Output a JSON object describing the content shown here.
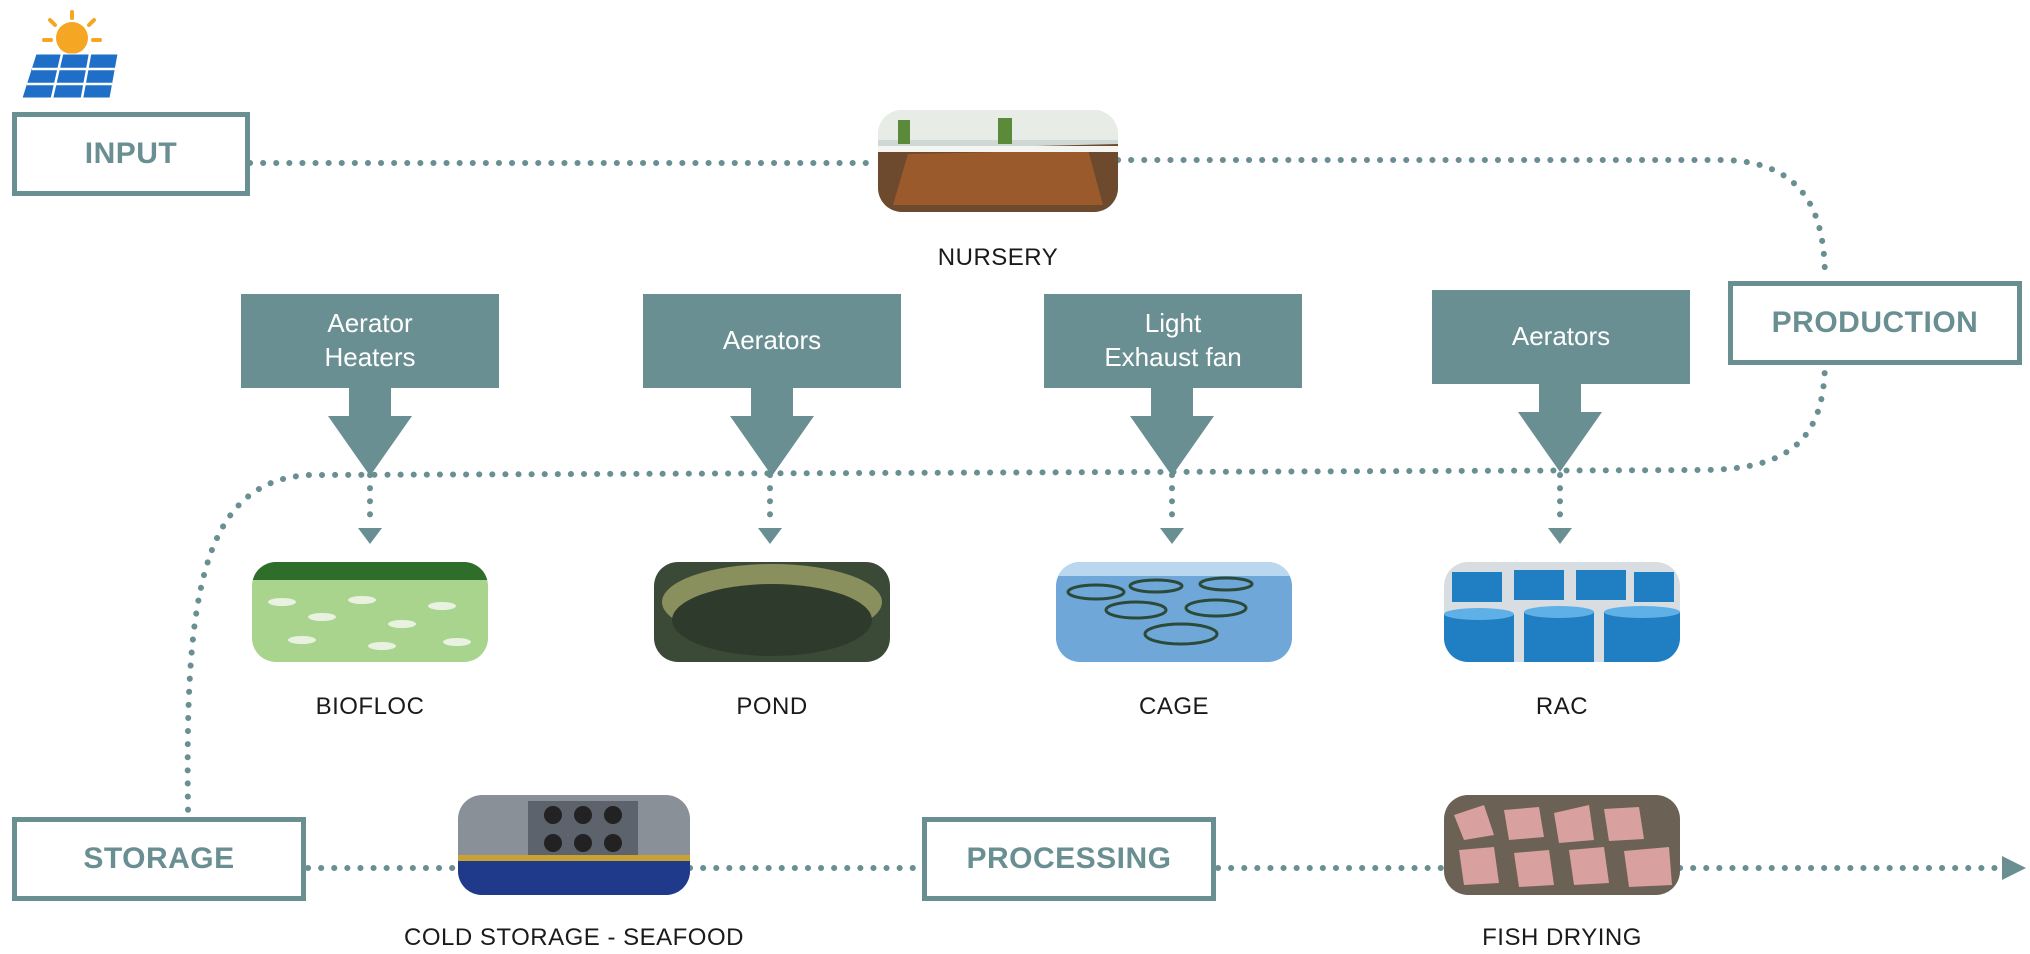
{
  "stages": {
    "input": "INPUT",
    "production": "PRODUCTION",
    "storage": "STORAGE",
    "processing": "PROCESSING"
  },
  "equipment": {
    "biofloc": {
      "line1": "Aerator",
      "line2": "Heaters"
    },
    "pond": {
      "line1": "Aerators",
      "line2": ""
    },
    "cage": {
      "line1": "Light",
      "line2": "Exhaust fan"
    },
    "rac": {
      "line1": "Aerators",
      "line2": ""
    }
  },
  "facilities": {
    "nursery": "NURSERY",
    "biofloc": "BIOFLOC",
    "pond": "POND",
    "cage": "CAGE",
    "rac": "RAC",
    "cold_storage": "COLD STORAGE - SEAFOOD",
    "fish_drying": "FISH DRYING"
  },
  "icons": {
    "solar": "solar-panel-sun-icon"
  },
  "colors": {
    "accent": "#6a8f93",
    "text": "#1a1a1a",
    "background": "#ffffff"
  }
}
